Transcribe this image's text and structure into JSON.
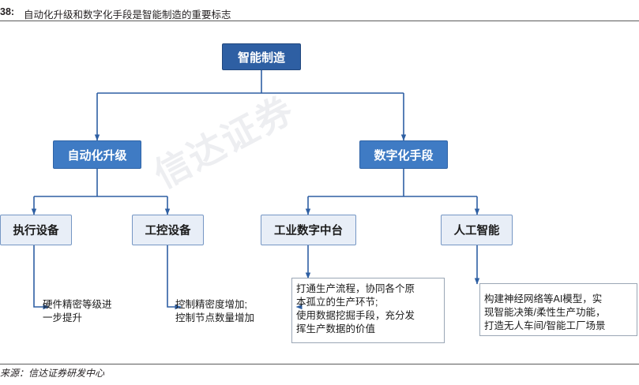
{
  "header": {
    "figure_number": "38:",
    "figure_title": "自动化升级和数字化手段是智能制造的重要标志"
  },
  "footer": {
    "source": "来源：信达证券研发中心"
  },
  "watermark": "信达证券",
  "diagram": {
    "type": "tree",
    "root": {
      "label": "智能制造"
    },
    "level2": [
      {
        "label": "自动化升级"
      },
      {
        "label": "数字化手段"
      }
    ],
    "level3": [
      {
        "label": "执行设备"
      },
      {
        "label": "工控设备"
      },
      {
        "label": "工业数字中台"
      },
      {
        "label": "人工智能"
      }
    ],
    "leaves": [
      {
        "text": "硬件精密等级进\n一步提升"
      },
      {
        "text": "控制精密度增加;\n控制节点数量增加"
      },
      {
        "text": "打通生产流程，协同各个原\n本孤立的生产环节;\n使用数据挖掘手段，充分发\n挥生产数据的价值"
      },
      {
        "text": "构建神经网络等AI模型，实\n现智能决策/柔性生产功能，\n打造无人车间/智能工厂场景"
      }
    ]
  },
  "colors": {
    "level1_fill": "#2e5fa3",
    "level2_fill": "#3f7bc4",
    "level3_fill": "#e8eef7",
    "level3_border": "#7596c4",
    "connector": "#2e5fa3",
    "rule": "#5b5b5b"
  }
}
